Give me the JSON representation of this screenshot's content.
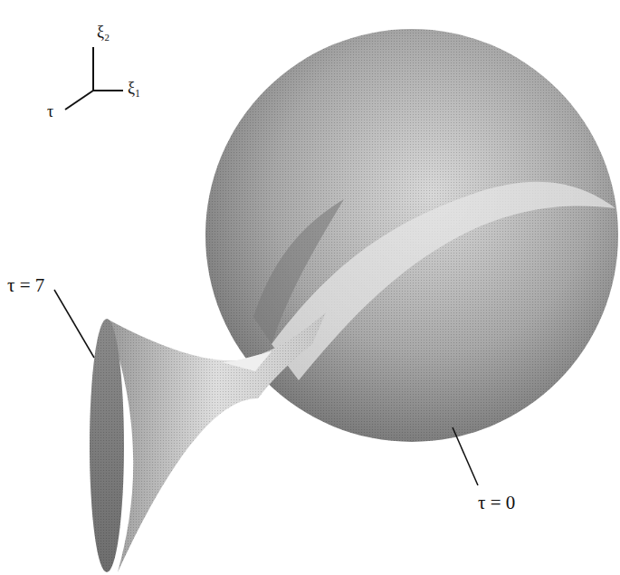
{
  "diagram": {
    "labels": [
      "ξ₂",
      "ξ₁",
      "τ",
      "τ = 7",
      "τ = 0"
    ]
  }
}
